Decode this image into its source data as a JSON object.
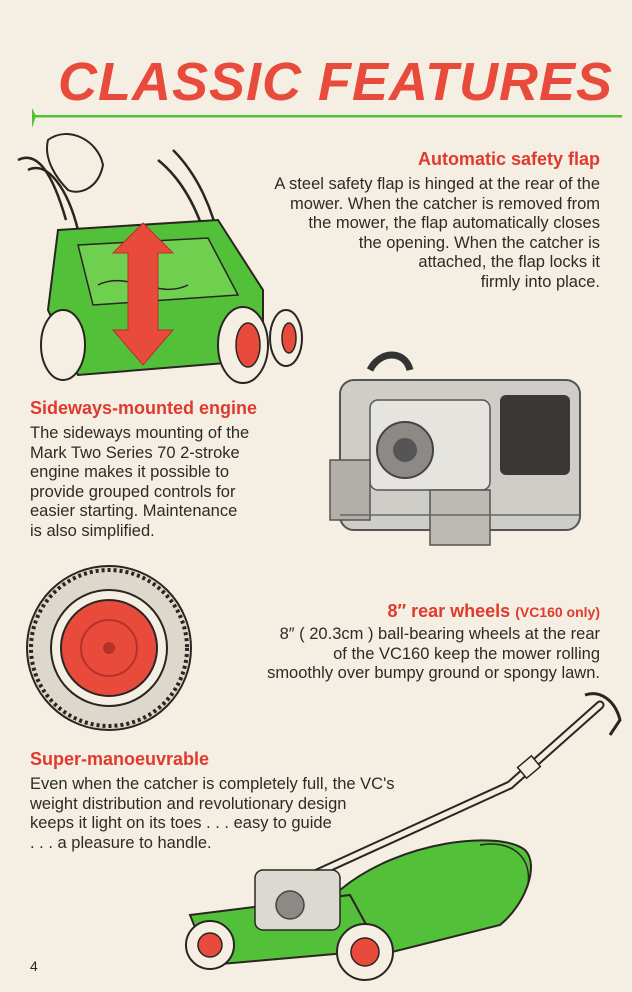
{
  "page": {
    "title": "CLASSIC FEATURES",
    "page_number": "4",
    "accent_color": "#e03a2e",
    "mower_color": "#53c03a"
  },
  "sections": [
    {
      "heading": "Automatic safety flap",
      "lines": [
        "A steel safety flap is hinged at the rear of the",
        "mower. When the catcher is removed from",
        "the mower, the flap automatically closes",
        "the opening. When the catcher is",
        "attached, the flap locks it",
        "firmly into place."
      ]
    },
    {
      "heading": "Sideways-mounted engine",
      "lines": [
        "The sideways mounting of the",
        "Mark Two Series 70 2-stroke",
        "engine makes it possible to",
        "provide grouped controls for",
        "easier starting. Maintenance",
        "is also simplified."
      ]
    },
    {
      "heading": "8″ rear wheels",
      "heading_sub": "(VC160 only)",
      "lines": [
        "8″ ( 20.3cm ) ball-bearing wheels at the rear",
        "of the VC160 keep the mower rolling",
        "smoothly over bumpy ground or spongy lawn."
      ]
    },
    {
      "heading": "Super-manoeuvrable",
      "lines": [
        "Even when the catcher is completely full, the VC's",
        "weight distribution and revolutionary design",
        "keeps it light on its toes . . . easy to guide",
        ". . . a pleasure to handle."
      ]
    }
  ]
}
